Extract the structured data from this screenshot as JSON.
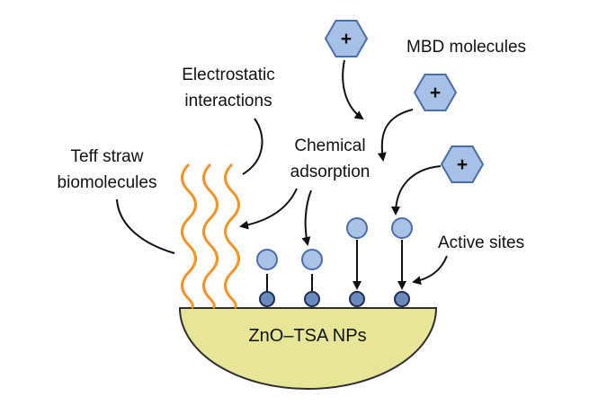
{
  "labels": {
    "mbd": "MBD molecules",
    "electrostatic_1": "Electrostatic",
    "electrostatic_2": "interactions",
    "chemical_1": "Chemical",
    "chemical_2": "adsorption",
    "teff_1": "Teff straw",
    "teff_2": "biomolecules",
    "active_sites": "Active sites",
    "base": "ZnO–TSA NPs"
  },
  "symbols": {
    "plus": "+"
  },
  "colors": {
    "hexagon_fill": "#a7c1e6",
    "hexagon_stroke": "#4a6ea5",
    "circle_fill": "#a9c2e6",
    "circle_stroke": "#4a6ea5",
    "site_fill": "#6a89bd",
    "site_stroke": "#1e2f52",
    "wave": "#f39428",
    "base_fill": "#e7e597",
    "base_stroke": "#2e2e2e",
    "arrow": "#111111"
  }
}
